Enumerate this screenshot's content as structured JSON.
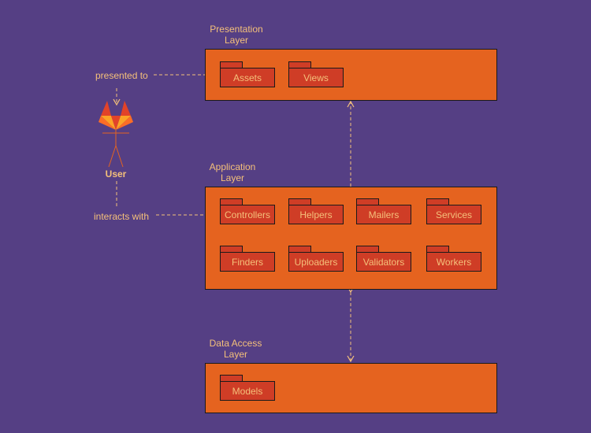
{
  "colors": {
    "background": "#553f84",
    "layer_fill": "#e5631f",
    "package_fill": "#cf3d26",
    "text": "#f4c07a",
    "connector": "#f4c07a",
    "outline": "#1a1a1a"
  },
  "actor": {
    "name": "User",
    "icon": "gitlab-tanuki-icon"
  },
  "relations": {
    "presented_to": "presented to",
    "interacts_with": "interacts with"
  },
  "layers": {
    "presentation": {
      "title": "Presentation\nLayer",
      "packages": [
        "Assets",
        "Views"
      ]
    },
    "application": {
      "title": "Application\nLayer",
      "packages": [
        "Controllers",
        "Helpers",
        "Mailers",
        "Services",
        "Finders",
        "Uploaders",
        "Validators",
        "Workers"
      ]
    },
    "data_access": {
      "title": "Data Access\nLayer",
      "packages": [
        "Models"
      ]
    }
  }
}
